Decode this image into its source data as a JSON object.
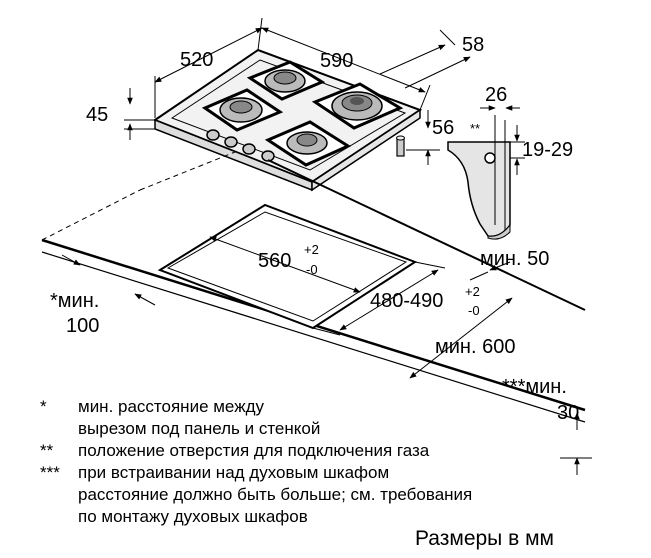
{
  "dimensions": {
    "hob_depth": "520",
    "hob_width": "590",
    "right_offset": "58",
    "height": "45",
    "side_offset": "56",
    "gas_offset": "26",
    "gas_mark": "**",
    "gas_height": "19-29",
    "cutout_width_main": "560",
    "cutout_width_tol_plus": "+2",
    "cutout_width_tol_minus": "-0",
    "cutout_depth_main": "480-490",
    "cutout_depth_tol_plus": "+2",
    "cutout_depth_tol_minus": "-0",
    "min_50": "мин. 50",
    "min_100_line1": "*мин.",
    "min_100_line2": "100",
    "min_600": "мин. 600",
    "min_30_line1": "***мин.",
    "min_30_line2": "30"
  },
  "notes": [
    {
      "mark": "*",
      "lines": [
        "мин. расстояние между",
        "вырезом под панель и стенкой"
      ]
    },
    {
      "mark": "**",
      "lines": [
        "положение отверстия для подключения газа"
      ]
    },
    {
      "mark": "***",
      "lines": [
        "при встраивании над духовым шкафом",
        "расстояние должно быть больше; см. требования",
        "по монтажу духовых шкафов"
      ]
    }
  ],
  "units_label": "Размеры в мм"
}
